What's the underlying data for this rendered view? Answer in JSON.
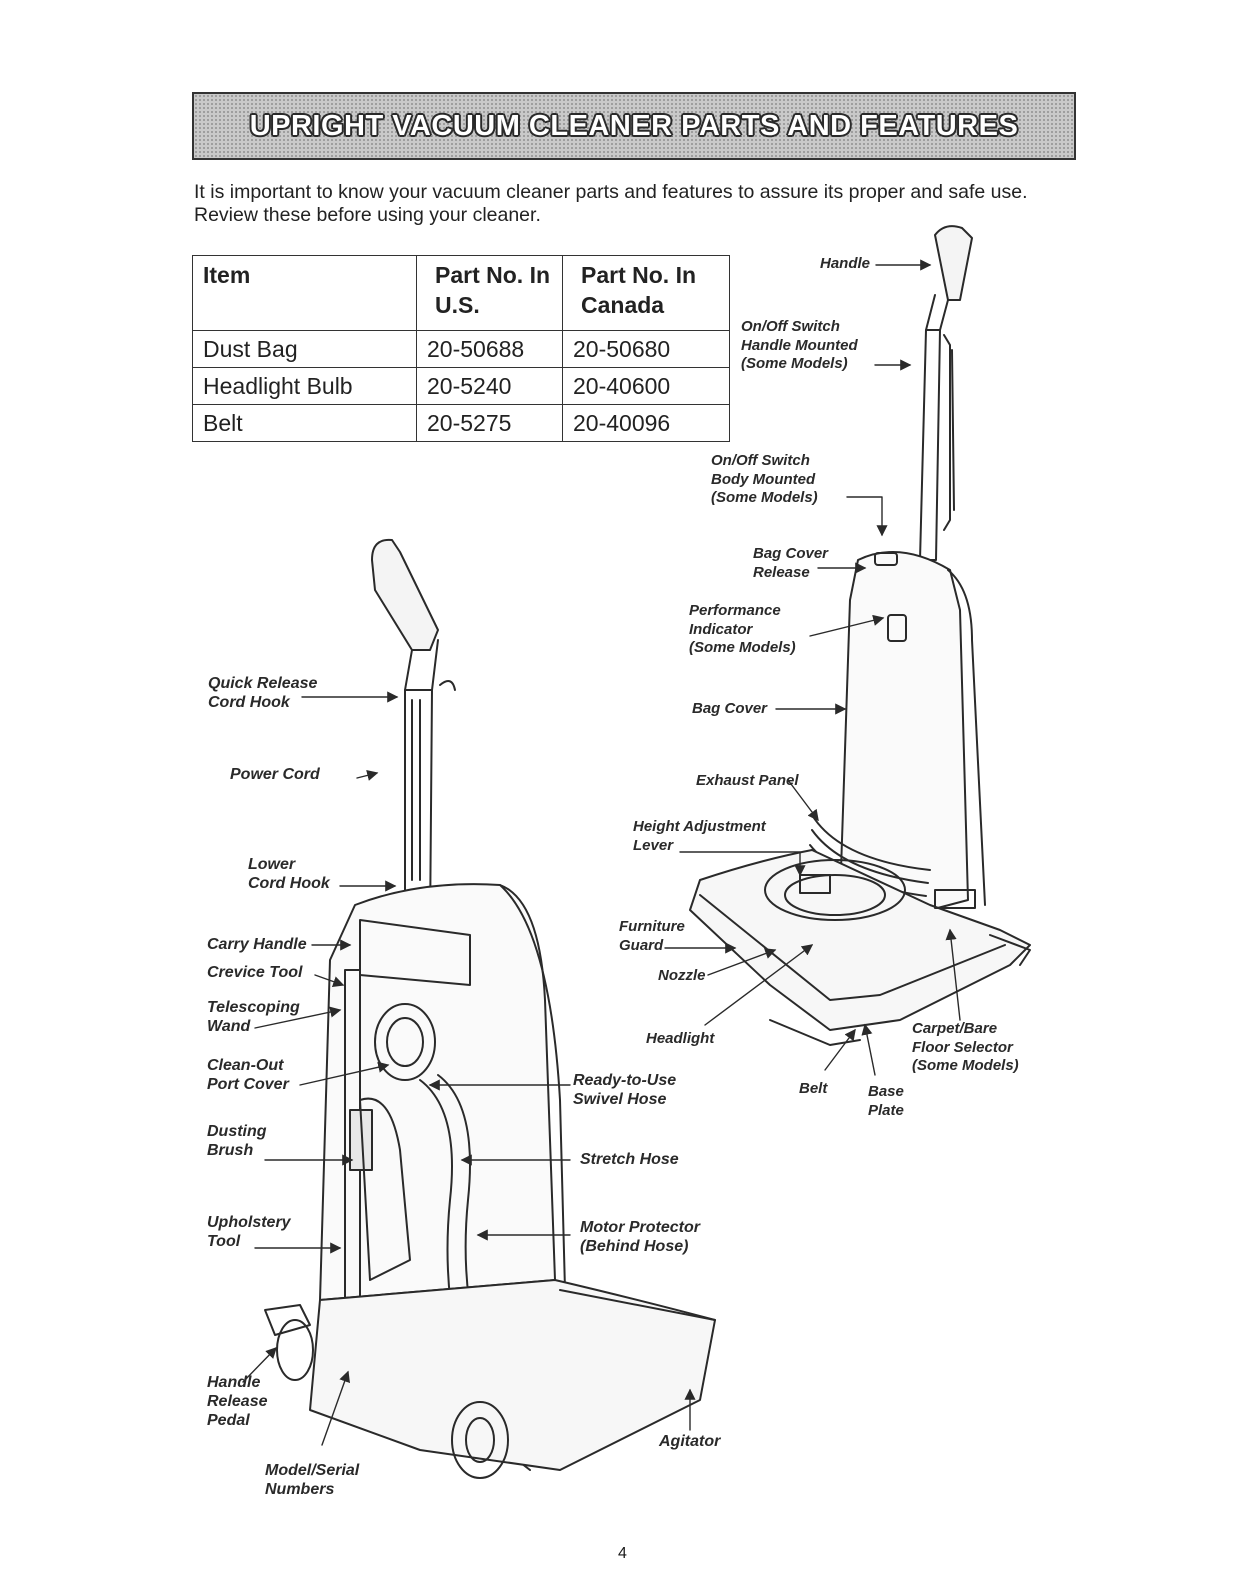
{
  "header": {
    "title": "UPRIGHT VACUUM CLEANER PARTS AND FEATURES"
  },
  "intro": "It is important to know your vacuum cleaner parts and features to assure its proper and safe use. Review these before using your cleaner.",
  "parts_table": {
    "headers": [
      "Item",
      "Part No. In U.S.",
      "Part No. In Canada"
    ],
    "rows": [
      [
        "Dust Bag",
        "20-50688",
        "20-50680"
      ],
      [
        "Headlight Bulb",
        "20-5240",
        "20-40600"
      ],
      [
        "Belt",
        "20-5275",
        "20-40096"
      ]
    ]
  },
  "callouts": {
    "handle_top": "Handle",
    "onoff_handle": "On/Off Switch\nHandle Mounted\n(Some Models)",
    "onoff_body": "On/Off Switch\nBody Mounted\n(Some Models)",
    "bag_cover_release": "Bag Cover\nRelease",
    "performance_indicator": "Performance\nIndicator\n(Some Models)",
    "bag_cover": "Bag Cover",
    "exhaust_panel": "Exhaust Panel",
    "height_adjustment": "Height Adjustment\nLever",
    "furniture_guard": "Furniture\nGuard",
    "nozzle": "Nozzle",
    "headlight": "Headlight",
    "carpet_selector": "Carpet/Bare\nFloor Selector\n(Some Models)",
    "belt": "Belt",
    "base_plate": "Base\nPlate",
    "quick_release": "Quick Release\nCord Hook",
    "power_cord": "Power Cord",
    "lower_cord_hook": "Lower\nCord Hook",
    "carry_handle": "Carry Handle",
    "crevice_tool": "Crevice Tool",
    "telescoping_wand": "Telescoping\nWand",
    "cleanout_port": "Clean-Out\nPort Cover",
    "ready_hose": "Ready-to-Use\nSwivel Hose",
    "dusting_brush": "Dusting\nBrush",
    "stretch_hose": "Stretch Hose",
    "upholstery_tool": "Upholstery\nTool",
    "motor_protector": "Motor Protector\n(Behind Hose)",
    "handle_release": "Handle\nRelease\nPedal",
    "model_serial": "Model/Serial\nNumbers",
    "agitator": "Agitator"
  },
  "page_number": "4"
}
